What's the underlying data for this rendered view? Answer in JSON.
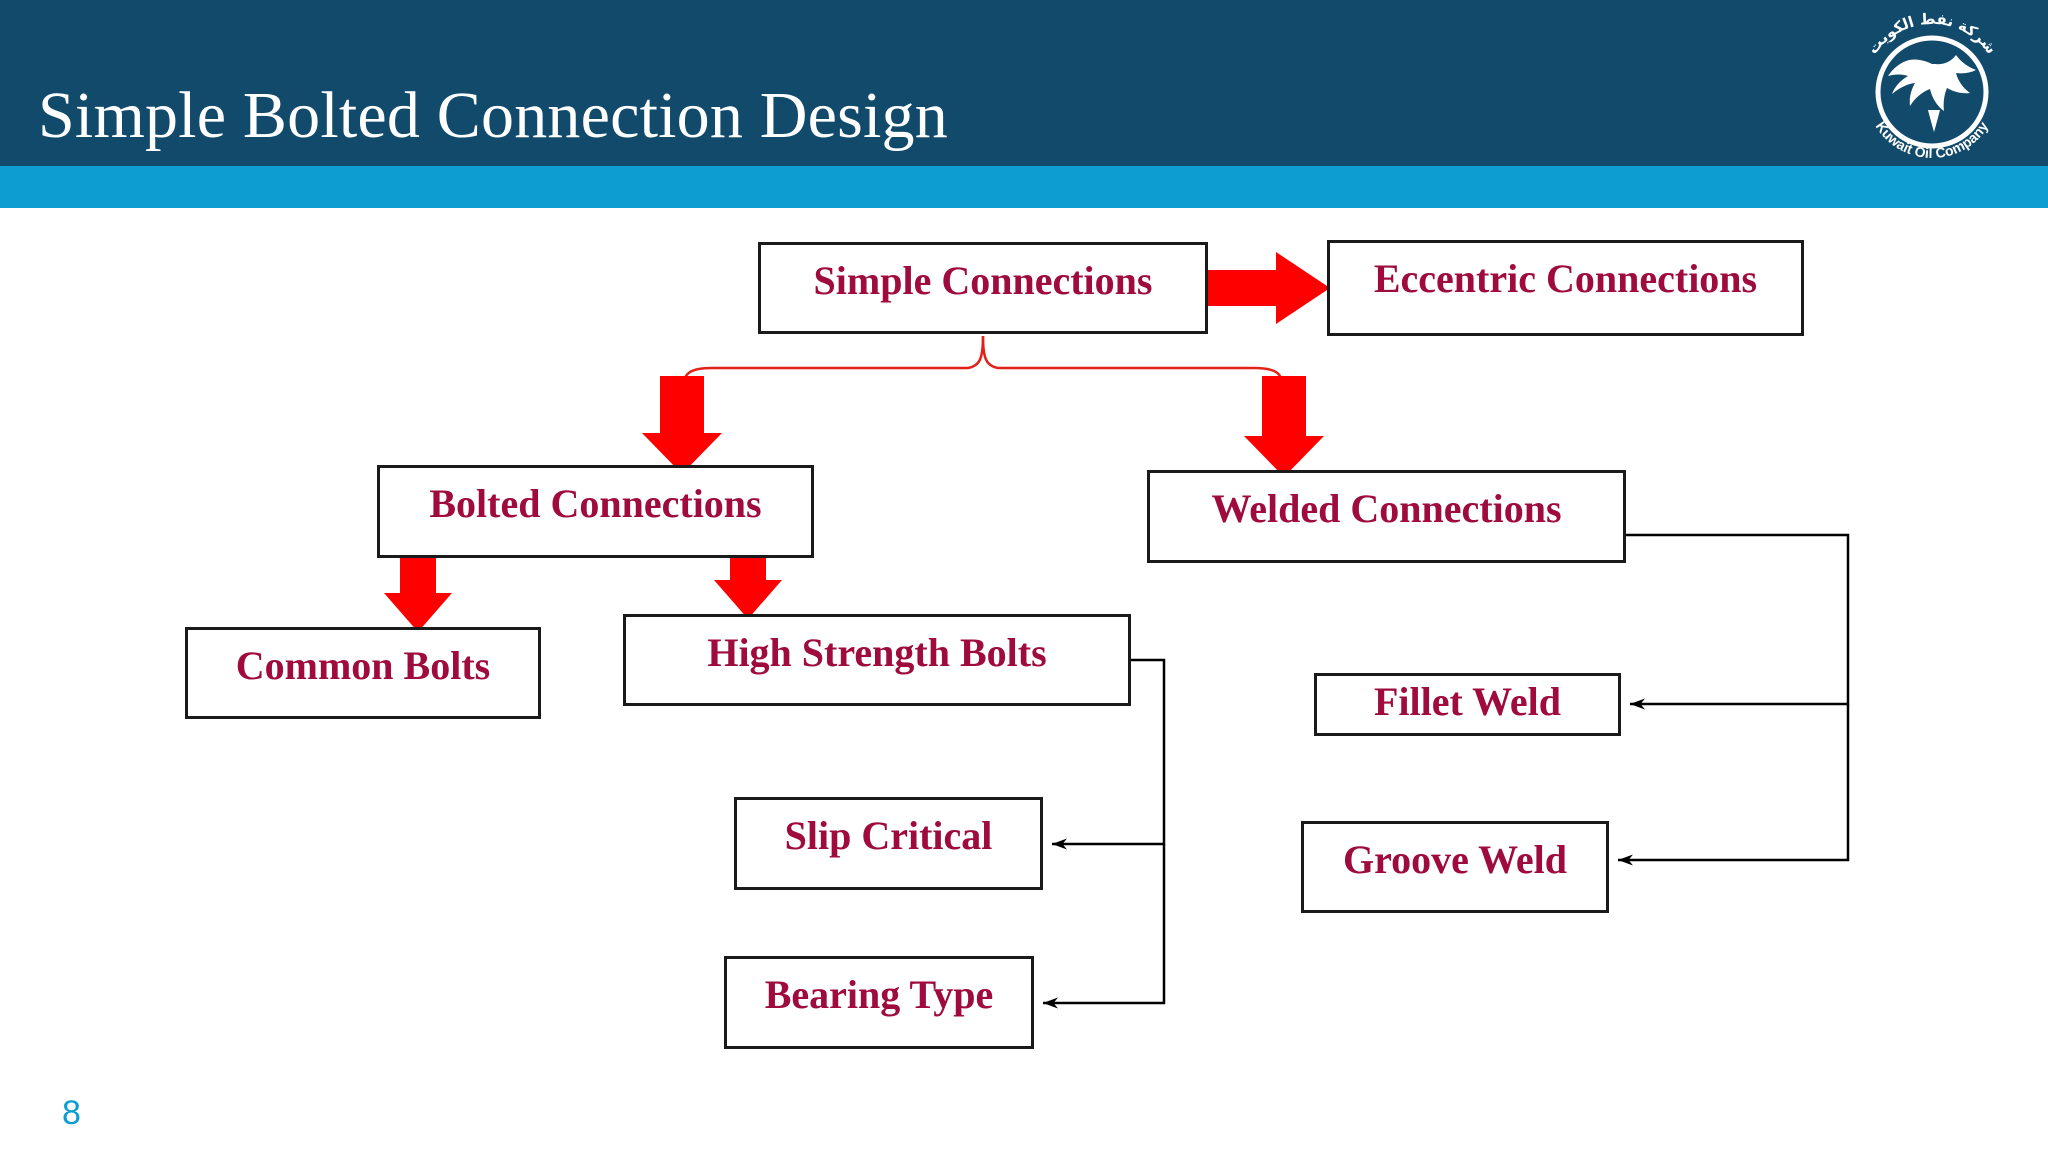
{
  "slide": {
    "title": "Simple Bolted Connection Design",
    "page_number": "8",
    "header_color": "#114A6B",
    "accent_color": "#0D9DD0",
    "node_text_color": "#9E0B3C",
    "arrow_color": "#FF0000",
    "connector_color": "#000000"
  },
  "logo": {
    "name": "Kuwait Oil Company",
    "arabic_text": "شركة نفط الكويت",
    "english_text": "Kuwait Oil Company",
    "emblem": "falcon"
  },
  "diagram": {
    "type": "flowchart",
    "nodes": [
      {
        "id": "simple",
        "label": "Simple Connections"
      },
      {
        "id": "eccentric",
        "label": "Eccentric Connections"
      },
      {
        "id": "bolted",
        "label": "Bolted Connections"
      },
      {
        "id": "welded",
        "label": "Welded Connections"
      },
      {
        "id": "common",
        "label": "Common Bolts"
      },
      {
        "id": "highstrength",
        "label": "High Strength Bolts"
      },
      {
        "id": "slip",
        "label": "Slip Critical"
      },
      {
        "id": "bearing",
        "label": "Bearing Type"
      },
      {
        "id": "fillet",
        "label": "Fillet Weld"
      },
      {
        "id": "groove",
        "label": "Groove Weld"
      }
    ],
    "edges": [
      {
        "from": "simple",
        "to": "eccentric",
        "style": "red-block-arrow-right"
      },
      {
        "from": "simple",
        "to": "bolted",
        "style": "red-brace-then-block-arrow-down"
      },
      {
        "from": "simple",
        "to": "welded",
        "style": "red-brace-then-block-arrow-down"
      },
      {
        "from": "bolted",
        "to": "common",
        "style": "red-block-arrow-down"
      },
      {
        "from": "bolted",
        "to": "highstrength",
        "style": "red-block-arrow-down"
      },
      {
        "from": "highstrength",
        "to": "slip",
        "style": "black-elbow-arrow-left"
      },
      {
        "from": "highstrength",
        "to": "bearing",
        "style": "black-elbow-arrow-left"
      },
      {
        "from": "welded",
        "to": "fillet",
        "style": "black-elbow-arrow-left"
      },
      {
        "from": "welded",
        "to": "groove",
        "style": "black-elbow-arrow-left"
      }
    ]
  }
}
